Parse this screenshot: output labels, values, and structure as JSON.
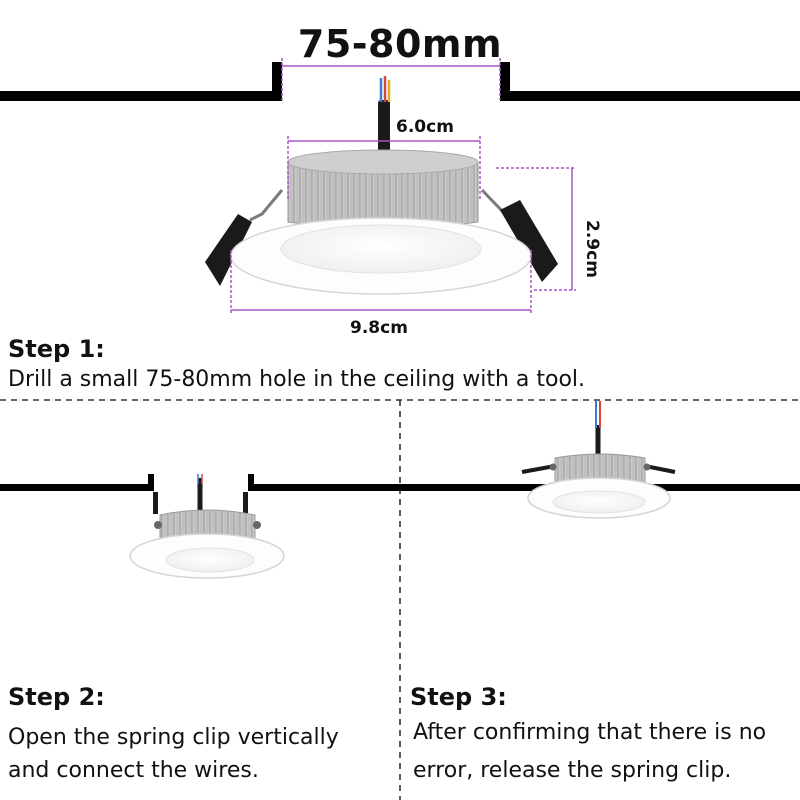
{
  "header": {
    "hole_size": "75-80mm"
  },
  "dimensions": {
    "wire_width": "6.0cm",
    "height": "2.9cm",
    "diameter": "9.8cm"
  },
  "steps": [
    {
      "title": "Step 1:",
      "lines": [
        "Drill a small 75-80mm hole in the ceiling with a tool."
      ]
    },
    {
      "title": "Step 2:",
      "lines": [
        "Open the spring clip vertically",
        "and connect the wires."
      ]
    },
    {
      "title": "Step 3:",
      "lines": [
        "After confirming that there is no",
        "error, release the spring clip."
      ]
    }
  ],
  "colors": {
    "dimension_line": "#a855c8",
    "ceiling": "#000000",
    "fixture_body": "#c9c9c9",
    "fixture_trim": "#ffffff",
    "clip": "#1a1a1a",
    "wire_red": "#d9453a",
    "wire_blue": "#3a7bd5"
  }
}
